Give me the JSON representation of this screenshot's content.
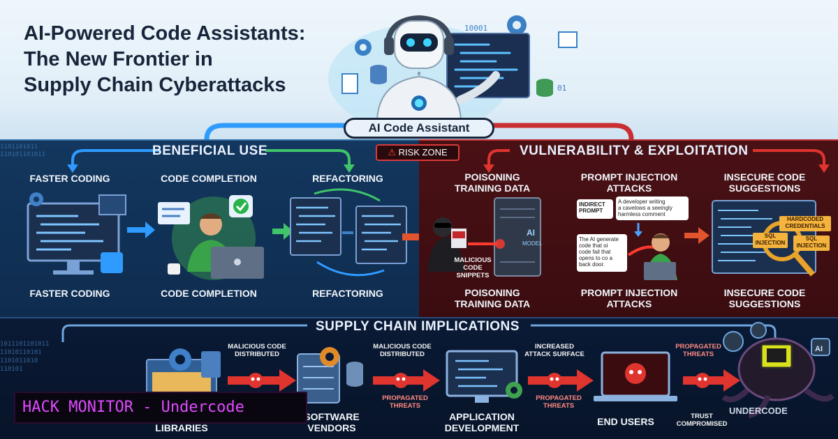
{
  "title": "AI-Powered Code Assistants: The New Frontier in Supply Chain Cyberattacks",
  "title_lines": [
    "AI-Powered Code Assistants:",
    "The New Frontier in",
    "Supply Chain Cyberattacks"
  ],
  "center": {
    "label": "AI Code Assistant",
    "binary_top": "10001",
    "binary_side": "01"
  },
  "beneficial": {
    "heading": "BENEFICIAL USE",
    "top_labels": [
      "FASTER CODING",
      "CODE COMPLETION",
      "REFACTORING"
    ],
    "bottom_labels": [
      "FASTER CODING",
      "CODE COMPLETION",
      "REFACTORING"
    ]
  },
  "risk": {
    "badge": "RISK ZONE",
    "heading": "VULNERABILITY & EXPLOITATION",
    "top_labels": [
      [
        "POISONING",
        "TRAINING DATA"
      ],
      [
        "PROMPT INJECTION",
        "ATTACKS"
      ],
      [
        "INSECURE CODE",
        "SUGGESTIONS"
      ]
    ],
    "bottom_labels": [
      [
        "POISONING",
        "TRAINING DATA"
      ],
      [
        "PROMPT INJECTION",
        "ATTACKS"
      ],
      [
        "INSECURE CODE",
        "SUGGESTIONS"
      ]
    ],
    "malicious_snippets": [
      "MALICIOUS",
      "CODE",
      "SNIPPETS"
    ],
    "ai_model": [
      "AI",
      "MODEL"
    ],
    "indirect_prompt": [
      "INDIRECT",
      "PROMPT"
    ],
    "developer_bubble": [
      "A developer writing",
      "a cavelows a seeingly",
      "harmless comment"
    ],
    "ai_generate_bubble": [
      "The AI generate",
      "code that oi",
      "code fail that",
      "opens to co a",
      "back door."
    ],
    "hardcoded": [
      "HARDCODED",
      "CREDENTIALS"
    ],
    "sql_left": [
      "SQL",
      "INJECTION"
    ],
    "sql_right": [
      "SQL",
      "INJECTION"
    ]
  },
  "supply": {
    "heading": "SUPPLY CHAIN IMPLICATIONS",
    "nodes": [
      [
        "LIBRARIES"
      ],
      [
        "SOFTWARE",
        "VENDORS"
      ],
      [
        "APPLICATION",
        "DEVELOPMENT"
      ],
      [
        "END USERS"
      ]
    ],
    "top_annotations": [
      [
        "MALICIOUS CODE",
        "DISTRIBUTED"
      ],
      [
        "MALICIOUS CODE",
        "DISTRIBUTED"
      ],
      [
        "INCREASED",
        "ATTACK SURFACE"
      ],
      [
        "PROPAGATED",
        "THREATS"
      ]
    ],
    "bottom_annotations": [
      [
        "PROPAGATED",
        "THREATS"
      ],
      [
        "PROPAGATED",
        "THREATS"
      ]
    ],
    "trust": [
      "TRUST",
      "COMPROMISED"
    ],
    "ai_chip": "AI",
    "logo_text": "UNDERCODE"
  },
  "binary_strip": [
    "1101101011",
    "110101101011",
    "1011101101011",
    "11010110101",
    "1101011010",
    "110101"
  ],
  "watermark": "HACK MONITOR - Undercode",
  "colors": {
    "beneficial": "#13375e",
    "risk": "#4a1115",
    "supply": "#0a1a35",
    "accent_blue": "#2f9bff",
    "accent_red": "#e0342e",
    "watermark": "#e04bff"
  }
}
